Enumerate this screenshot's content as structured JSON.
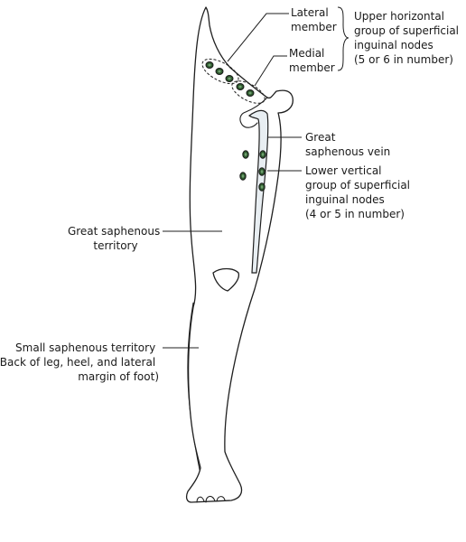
{
  "colors": {
    "node_fill": "#2f5a2f",
    "node_core": "#6fa06f",
    "vein_fill": "#e8eef2",
    "small_territory": "#e6e6e6",
    "line": "#1f1f1f"
  },
  "labels": {
    "lateral_member": [
      "Lateral",
      "member"
    ],
    "medial_member": [
      "Medial",
      "member"
    ],
    "upper_group": [
      "Upper horizontal",
      "group of superficial",
      "inguinal nodes",
      "(5 or 6 in number)"
    ],
    "great_saphenous_vein": [
      "Great",
      "saphenous vein"
    ],
    "lower_group": [
      "Lower vertical",
      "group of superficial",
      "inguinal nodes",
      "(4 or 5 in number)"
    ],
    "great_territory": [
      "Great saphenous",
      "territory"
    ],
    "small_territory": [
      "Small saphenous territory",
      "(Back of leg, heel, and lateral",
      "margin of foot)"
    ]
  }
}
